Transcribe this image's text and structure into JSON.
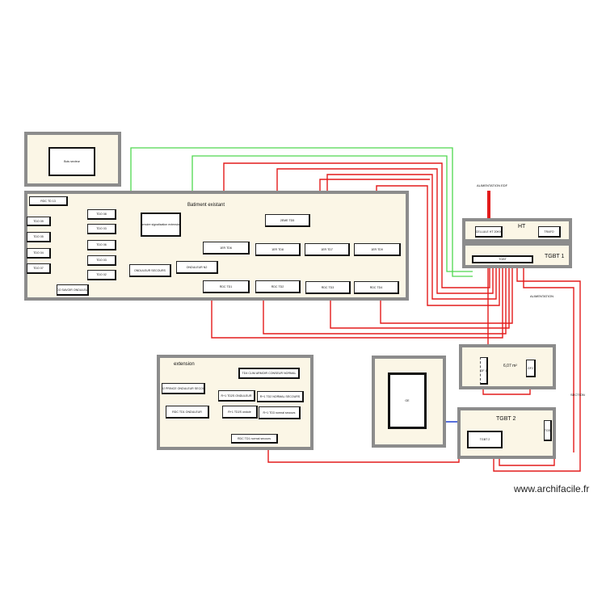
{
  "rooms": {
    "batiment": "Batiment existant",
    "ht": "HT",
    "tgbt1": "TGBT 1",
    "tgbt2": "TGBT 2",
    "extension": "extension"
  },
  "boxes": {
    "bois_secteur": "Bois secteur",
    "rdc_td13": "RDC TD 13",
    "tdo9": "TDO 09",
    "tdo8": "TDO 08",
    "tdo5": "TDO 05",
    "tdo4": "TDO 04",
    "tdo7": "TDO 07",
    "tdo3": "TDO 03",
    "tdo_r": "TDO 07",
    "tdo6": "TDO 06",
    "tdo2": "TDO 03",
    "tdo1": "TDO 02",
    "tdo_secours": "TDO SAVOIR ONDULEUR",
    "ext_signal": "armoire signalisation extension",
    "onduleur_secours": "ONDULEUR SECOURS",
    "onduleur_n2": "ONDULEUR N2",
    "td05": "2EME TD5",
    "t1er_td6": "1ER TD6",
    "t1er_td8": "1ER TD8",
    "t1er_td7": "1ER TD7",
    "t1er_td9": "1ER TD9",
    "rdc_td1": "RDC TD1",
    "rdc_td2": "RDC TD2",
    "rdc_td3": "RDC TD3",
    "rdc_td4": "RDC TD4",
    "cellule": "CELLULE HT 20KV",
    "trafo": "TRAFO",
    "tgbt": "TGBT",
    "td4_clim": "TD4 CLIM ARMOIR CONSEUR NORMAL",
    "ond_secours": "TDO2 PRINCE ONDULEUR SECOURS",
    "ondul_ext": "R+1 TD2S ONDULEUR",
    "normal_secours": "R+1 TD2 NORMAL SECOURS",
    "rdc_ond": "RDC TD1 ONDULEUR",
    "r1_td2": "R+1 TD2S ondulé",
    "r1_td3": "R+1 TD3 normal secours",
    "rdc_td1_ns": "RDC TD1 normal secours",
    "ge": "GE",
    "tgbt2": "TGBT 2",
    "tgs": "TGS",
    "gf1": "GF 1",
    "gf2": "GF2"
  },
  "texts": {
    "alimentation_edf": "ALIMENTATION EDF",
    "alimentation": "ALIMENTATION",
    "area": "6,07 m²",
    "side_label": "SECTION",
    "watermark": "www.archifacile.fr"
  },
  "colors": {
    "room_border": "#8c8c8c",
    "room_fill": "#fbf6e6",
    "red": "#e31b1b",
    "green": "#4fd84f",
    "blue": "#1f3fd0"
  }
}
